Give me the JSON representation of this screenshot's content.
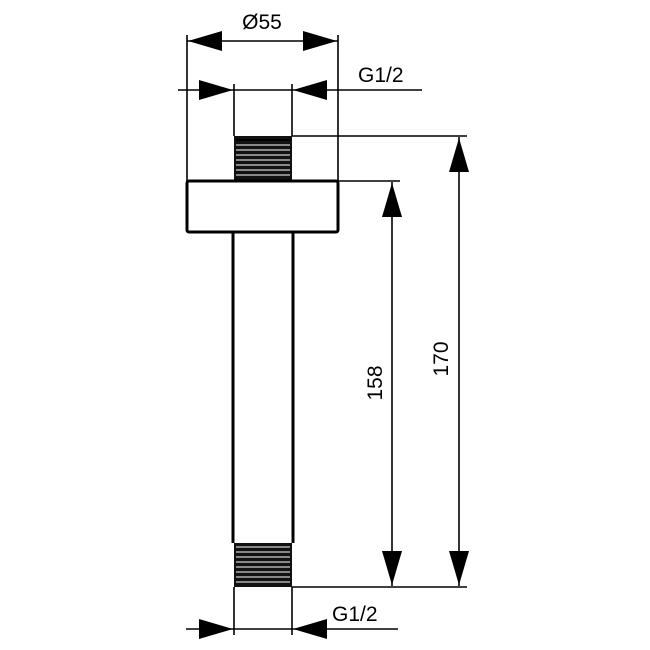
{
  "drawing": {
    "type": "technical-dimension-drawing",
    "subject": "ceiling shower arm",
    "dimensions": {
      "flange_diameter": "Ø55",
      "top_thread": "G1/2",
      "bottom_thread": "G1/2",
      "length_below_flange": "158",
      "total_length": "170"
    },
    "colors": {
      "line": "#000000",
      "background": "#ffffff"
    }
  }
}
